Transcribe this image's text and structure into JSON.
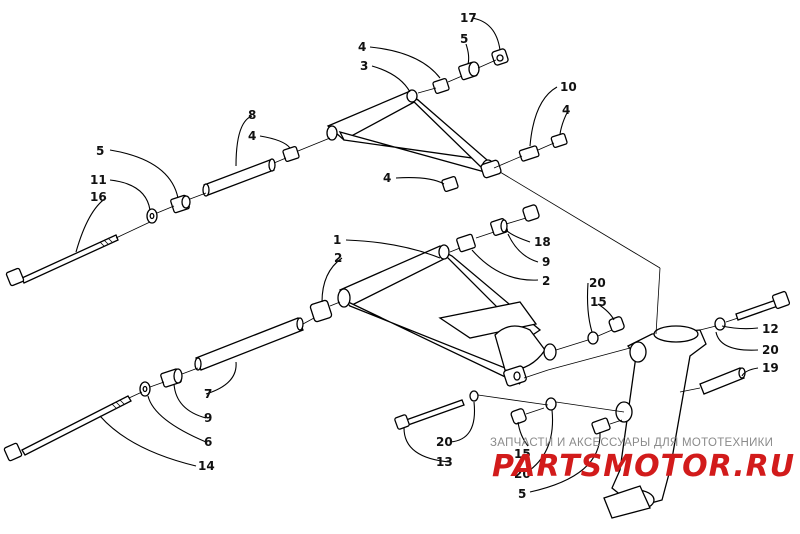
{
  "callouts": [
    "17",
    "5",
    "4",
    "3",
    "10",
    "4",
    "8",
    "4",
    "5",
    "11",
    "16",
    "4",
    "1",
    "18",
    "2",
    "9",
    "2",
    "20",
    "15",
    "12",
    "20",
    "19",
    "7",
    "9",
    "6",
    "14",
    "20",
    "13",
    "15",
    "20",
    "5"
  ],
  "watermark": {
    "caption": "ЗАПЧАСТИ И АКСЕССУАРЫ ДЛЯ МОТОТЕХНИКИ",
    "brand": "PARTSMOTOR.RU"
  },
  "colors": {
    "brand": "#d21b1b",
    "caption": "#8a8a8a",
    "ink": "#000000"
  }
}
